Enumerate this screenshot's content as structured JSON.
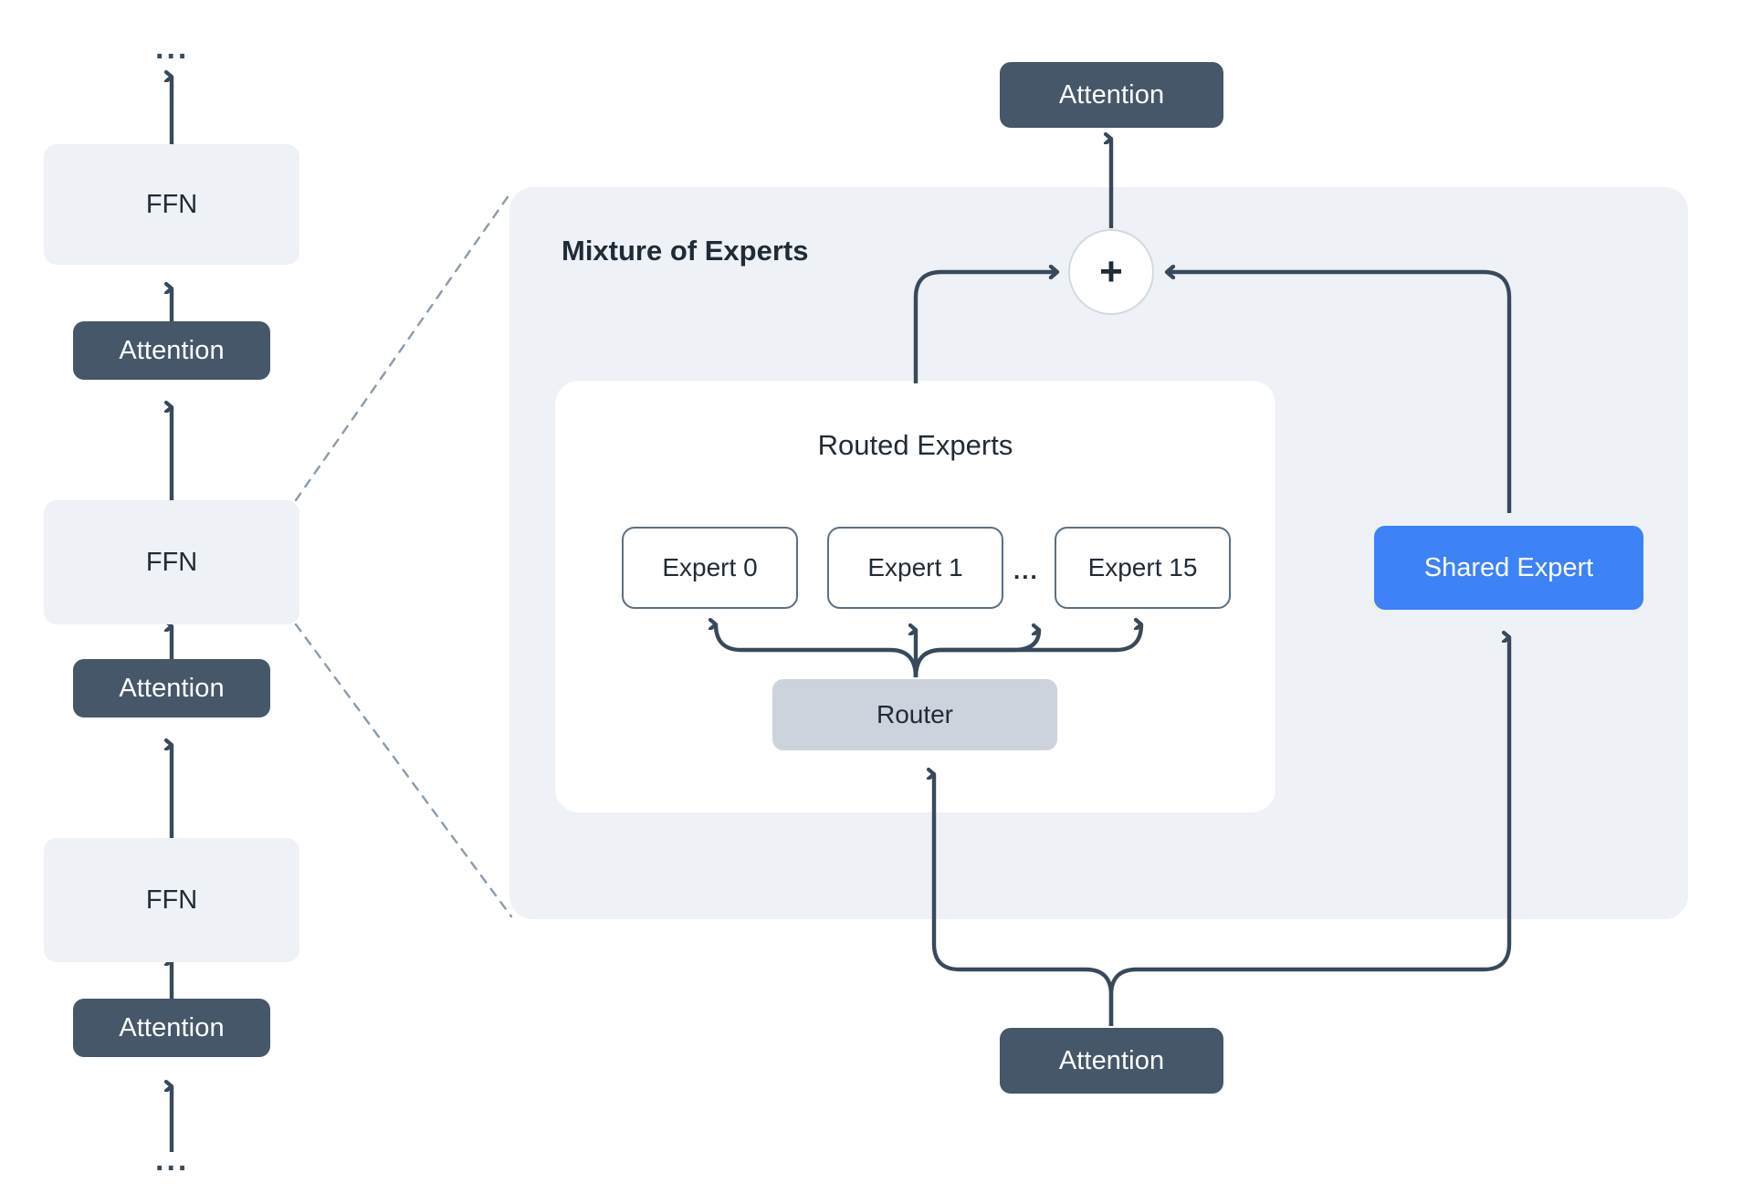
{
  "diagram": {
    "title": "Mixture of Experts architecture diagram",
    "colors": {
      "dark_node": "#455768",
      "ffn_node": "#eef1f5",
      "panel_bg": "#eef1f5",
      "card_bg": "#ffffff",
      "router_node": "#ccd3dc",
      "shared_expert": "#3d82f6",
      "wire": "#37495a",
      "dashed": "#8a9bad",
      "text_dark": "#1f2b36",
      "text_light": "#ffffff"
    }
  },
  "left_stack": {
    "top_ellipsis": "...",
    "bottom_ellipsis": "...",
    "items": [
      {
        "label": "FFN",
        "type": "ffn"
      },
      {
        "label": "Attention",
        "type": "attention"
      },
      {
        "label": "FFN",
        "type": "ffn"
      },
      {
        "label": "Attention",
        "type": "attention"
      },
      {
        "label": "FFN",
        "type": "ffn"
      },
      {
        "label": "Attention",
        "type": "attention"
      }
    ]
  },
  "moe": {
    "panel_title": "Mixture of Experts",
    "output_attention": "Attention",
    "input_attention": "Attention",
    "combine_symbol": "+",
    "routed": {
      "title": "Routed Experts",
      "experts": [
        {
          "label": "Expert 0"
        },
        {
          "label": "Expert 1"
        },
        {
          "label": "Expert 15"
        }
      ],
      "experts_ellipsis": "...",
      "router_label": "Router"
    },
    "shared_expert_label": "Shared Expert"
  }
}
